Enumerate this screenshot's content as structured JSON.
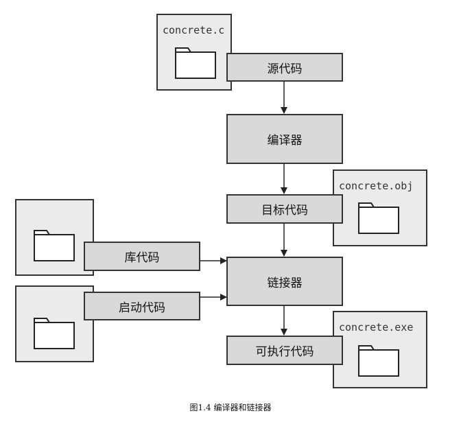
{
  "files": {
    "source": "concrete.c",
    "object": "concrete.obj",
    "executable": "concrete.exe"
  },
  "labels": {
    "source_code": "源代码",
    "compiler": "编译器",
    "object_code": "目标代码",
    "library_code": "库代码",
    "startup_code": "启动代码",
    "linker": "链接器",
    "executable_code": "可执行代码"
  },
  "caption": "图1.4 编译器和链接器"
}
